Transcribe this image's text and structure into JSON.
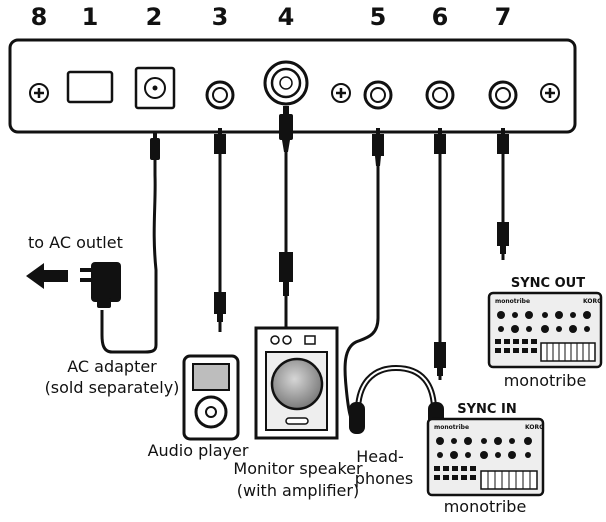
{
  "jack_numbers": [
    "8",
    "1",
    "2",
    "3",
    "4",
    "5",
    "6",
    "7"
  ],
  "labels": {
    "to_ac_outlet": "to AC outlet",
    "ac_adapter": "AC adapter",
    "sold_separately": "(sold separately)",
    "audio_player": "Audio player",
    "monitor_speaker": "Monitor speaker",
    "with_amplifier": "(with amplifier)",
    "headphones_1": "Head-",
    "headphones_2": "phones",
    "sync_out": "SYNC OUT",
    "sync_in": "SYNC IN",
    "monotribe_1": "monotribe",
    "monotribe_2": "monotribe",
    "device_logo_1": "monotribe",
    "device_logo_2": "monotribe",
    "device_brand_1": "KORG",
    "device_brand_2": "KORG"
  },
  "colors": {
    "ink": "#111111",
    "panel": "#ffffff",
    "device_fill": "#eeeeee",
    "speaker_cone": "#9a9a9a",
    "screen_fill": "#bdbdbd"
  }
}
